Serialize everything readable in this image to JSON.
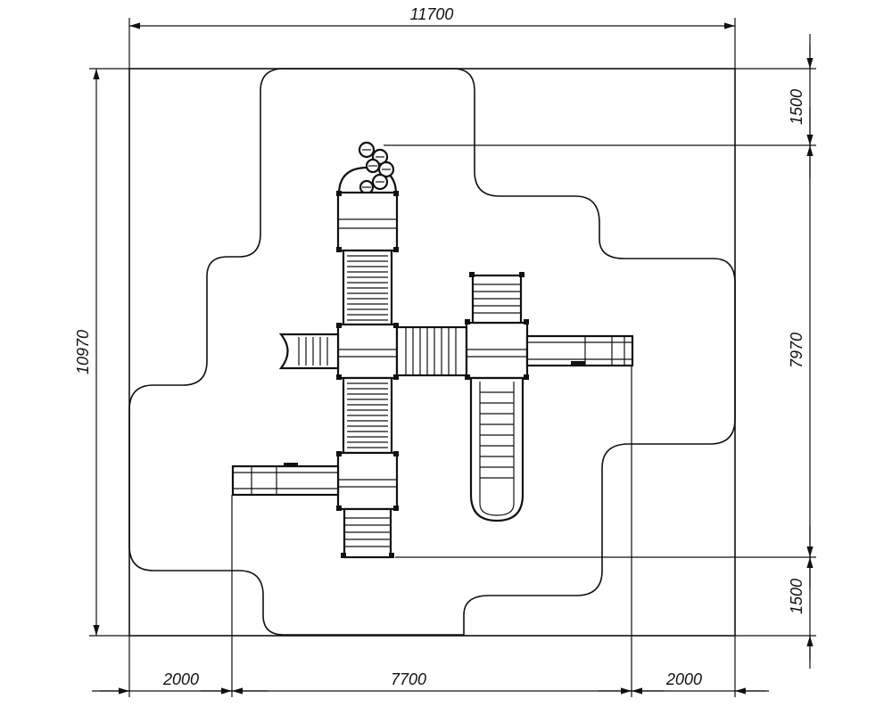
{
  "dimensions": {
    "overall_width": "11700",
    "overall_height": "10970",
    "top_offset": "1500",
    "middle_height": "7970",
    "bottom_offset": "1500",
    "left_offset": "2000",
    "middle_width": "7700",
    "right_offset": "2000"
  }
}
